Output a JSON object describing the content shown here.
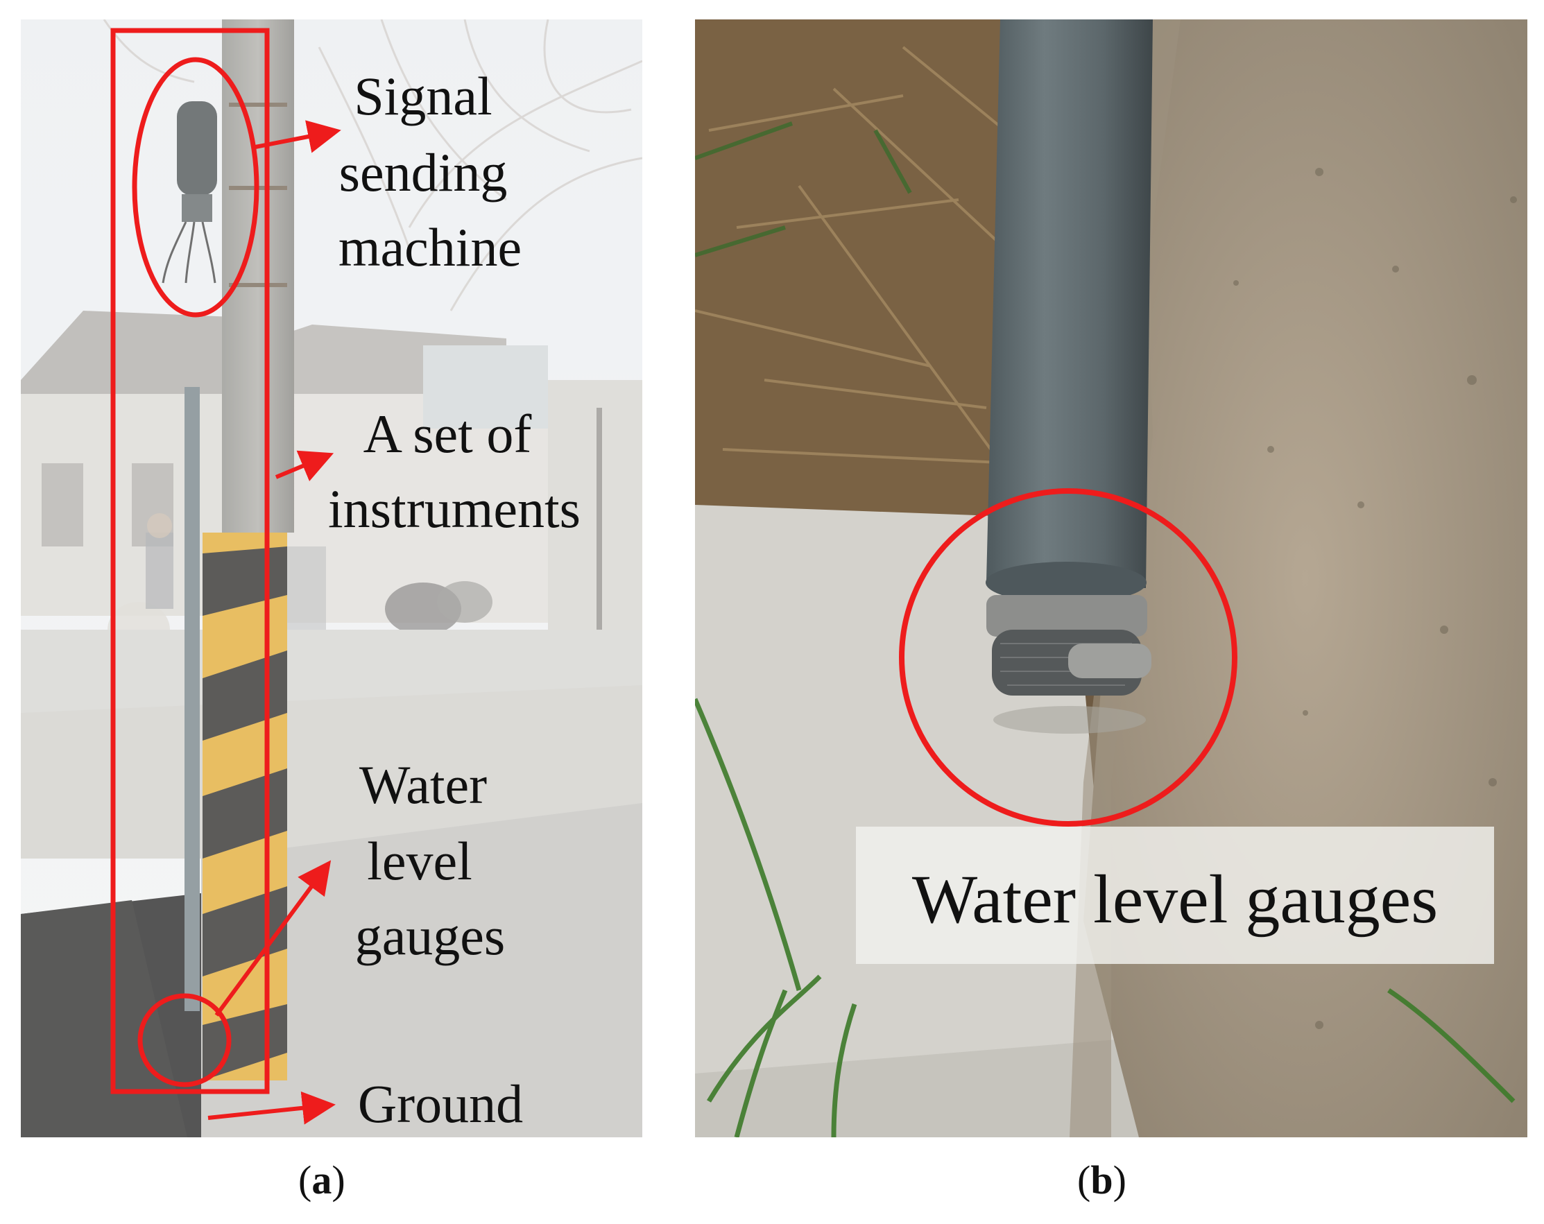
{
  "panel_a": {
    "labels": {
      "signal_line1": "Signal",
      "signal_line2": "sending",
      "signal_line3": "machine",
      "instruments_line1": "A set of",
      "instruments_line2": "instruments",
      "gauge_line1": "Water",
      "gauge_line2": "level",
      "gauge_line3": "gauges",
      "ground": "Ground"
    },
    "caption": "a"
  },
  "panel_b": {
    "label": "Water level gauges",
    "caption": "b"
  },
  "colors": {
    "annotation_red": "#ee1c1c",
    "pole_yellow": "#e0a526",
    "pole_black": "#1e1c1a",
    "pipe_gray": "#5d676b",
    "concrete": "#cfcdc6",
    "dry_grass": "#7a6244"
  }
}
